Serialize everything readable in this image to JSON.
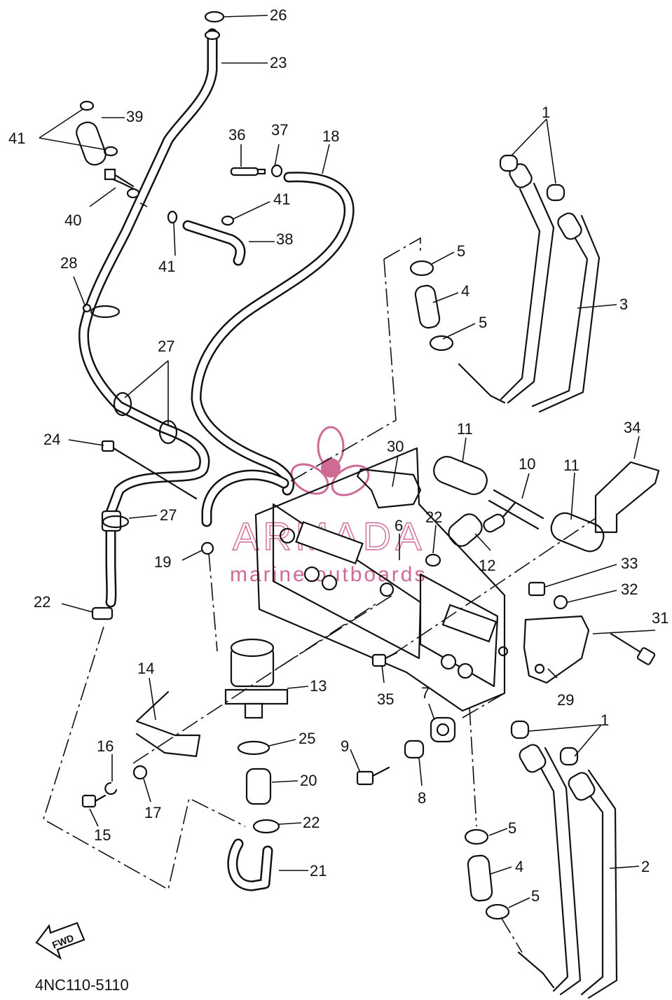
{
  "diagram": {
    "code": "4NC110-5110",
    "fwd_label": "FWD",
    "watermark": {
      "brand": "ARMADA",
      "tagline": "marine outboards",
      "color": "#cf6a95"
    },
    "callouts": [
      {
        "id": "c26",
        "text": "26"
      },
      {
        "id": "c23",
        "text": "23"
      },
      {
        "id": "c39",
        "text": "39"
      },
      {
        "id": "c41a",
        "text": "41"
      },
      {
        "id": "c40",
        "text": "40"
      },
      {
        "id": "c36",
        "text": "36"
      },
      {
        "id": "c37",
        "text": "37"
      },
      {
        "id": "c18",
        "text": "18"
      },
      {
        "id": "c41b",
        "text": "41"
      },
      {
        "id": "c38",
        "text": "38"
      },
      {
        "id": "c41c",
        "text": "41"
      },
      {
        "id": "c28",
        "text": "28"
      },
      {
        "id": "c1a",
        "text": "1"
      },
      {
        "id": "c5a",
        "text": "5"
      },
      {
        "id": "c4a",
        "text": "4"
      },
      {
        "id": "c5b",
        "text": "5"
      },
      {
        "id": "c3",
        "text": "3"
      },
      {
        "id": "c27a",
        "text": "27"
      },
      {
        "id": "c24",
        "text": "24"
      },
      {
        "id": "c30",
        "text": "30"
      },
      {
        "id": "c11a",
        "text": "11"
      },
      {
        "id": "c10",
        "text": "10"
      },
      {
        "id": "c11b",
        "text": "11"
      },
      {
        "id": "c34",
        "text": "34"
      },
      {
        "id": "c27b",
        "text": "27"
      },
      {
        "id": "c6",
        "text": "6"
      },
      {
        "id": "c22a",
        "text": "22"
      },
      {
        "id": "c19",
        "text": "19"
      },
      {
        "id": "c12",
        "text": "12"
      },
      {
        "id": "c33",
        "text": "33"
      },
      {
        "id": "c32",
        "text": "32"
      },
      {
        "id": "c22b",
        "text": "22"
      },
      {
        "id": "c31",
        "text": "31"
      },
      {
        "id": "c14",
        "text": "14"
      },
      {
        "id": "c13",
        "text": "13"
      },
      {
        "id": "c35",
        "text": "35"
      },
      {
        "id": "c29",
        "text": "29"
      },
      {
        "id": "c7",
        "text": "7"
      },
      {
        "id": "c1b",
        "text": "1"
      },
      {
        "id": "c25",
        "text": "25"
      },
      {
        "id": "c9",
        "text": "9"
      },
      {
        "id": "c16",
        "text": "16"
      },
      {
        "id": "c20",
        "text": "20"
      },
      {
        "id": "c8",
        "text": "8"
      },
      {
        "id": "c17",
        "text": "17"
      },
      {
        "id": "c15",
        "text": "15"
      },
      {
        "id": "c22c",
        "text": "22"
      },
      {
        "id": "c5c",
        "text": "5"
      },
      {
        "id": "c4b",
        "text": "4"
      },
      {
        "id": "c21",
        "text": "21"
      },
      {
        "id": "c2",
        "text": "2"
      },
      {
        "id": "c5d",
        "text": "5"
      }
    ]
  }
}
